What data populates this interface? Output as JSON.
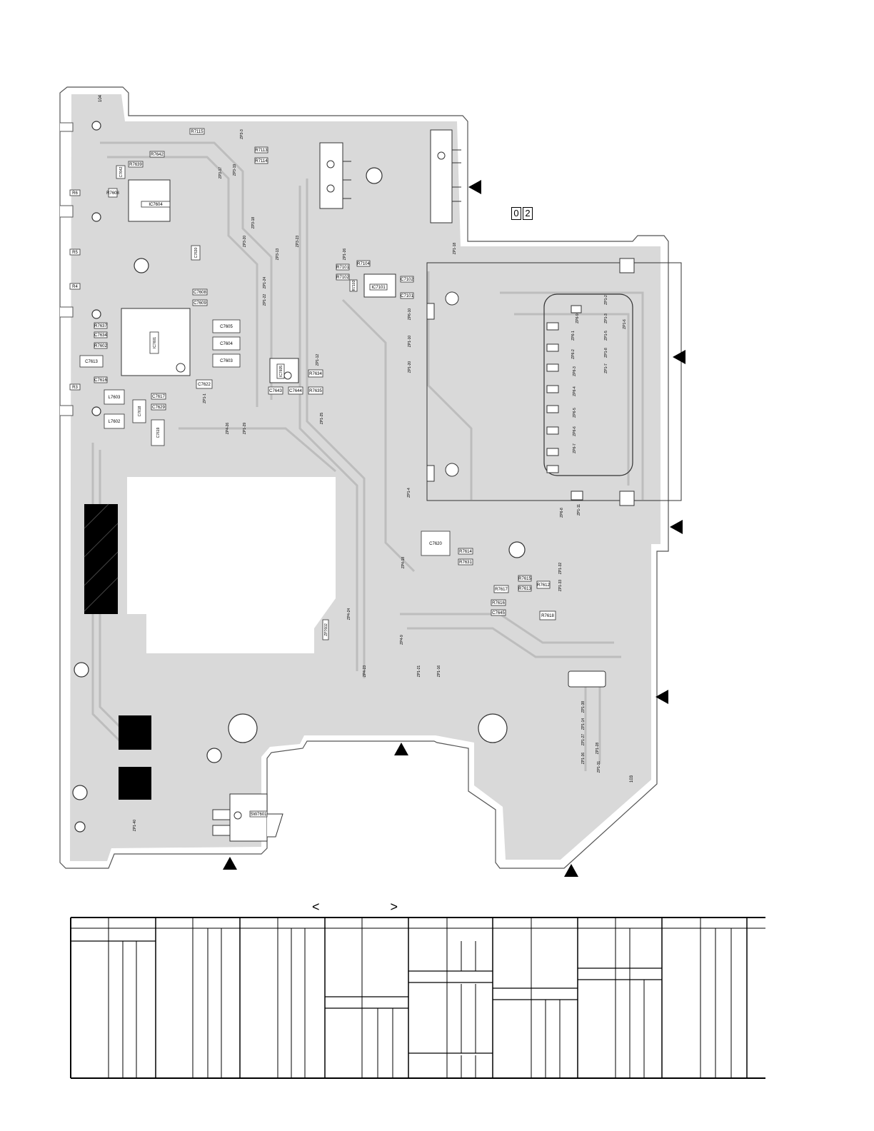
{
  "board_code_top": "104",
  "board_code_bottom": "103",
  "ref_digits": [
    "0",
    "2"
  ],
  "table_caption": {
    "open": "<",
    "close": ">"
  },
  "components": [
    {
      "name": "R7115",
      "ref": "R7115"
    },
    {
      "name": "R7642",
      "ref": "R7642"
    },
    {
      "name": "R7639",
      "ref": "R7639"
    },
    {
      "name": "C7642",
      "ref": "C7642"
    },
    {
      "name": "R7608",
      "ref": "R7608"
    },
    {
      "name": "IC7604",
      "ref": "IC7604"
    },
    {
      "name": "R6",
      "ref": "R6"
    },
    {
      "name": "R5",
      "ref": "R5"
    },
    {
      "name": "R4",
      "ref": "R4"
    },
    {
      "name": "R3",
      "ref": "R3"
    },
    {
      "name": "R7113",
      "ref": "R7113"
    },
    {
      "name": "R7114",
      "ref": "R7114"
    },
    {
      "name": "C7630",
      "ref": "C7630"
    },
    {
      "name": "C7608",
      "ref": "C7608"
    },
    {
      "name": "C7609",
      "ref": "C7609"
    },
    {
      "name": "IC7601",
      "ref": "IC7601"
    },
    {
      "name": "R7637",
      "ref": "R7637"
    },
    {
      "name": "C7634",
      "ref": "C7634"
    },
    {
      "name": "R7602",
      "ref": "R7602"
    },
    {
      "name": "C7613",
      "ref": "C7613"
    },
    {
      "name": "C7616",
      "ref": "C7616"
    },
    {
      "name": "C7605",
      "ref": "C7605"
    },
    {
      "name": "C7604",
      "ref": "C7604"
    },
    {
      "name": "C7603",
      "ref": "C7603"
    },
    {
      "name": "C7622",
      "ref": "C7622"
    },
    {
      "name": "L7603",
      "ref": "L7603"
    },
    {
      "name": "L7602",
      "ref": "L7602"
    },
    {
      "name": "C7617",
      "ref": "C7617"
    },
    {
      "name": "C7629",
      "ref": "C7629"
    },
    {
      "name": "C7618",
      "ref": "C7618"
    },
    {
      "name": "C7619",
      "ref": "C7619"
    },
    {
      "name": "IC7605",
      "ref": "IC7605"
    },
    {
      "name": "R7634",
      "ref": "R7634"
    },
    {
      "name": "C7643",
      "ref": "C7643"
    },
    {
      "name": "C7644",
      "ref": "C7644"
    },
    {
      "name": "R7635",
      "ref": "R7635"
    },
    {
      "name": "R7101",
      "ref": "R7101"
    },
    {
      "name": "R7102",
      "ref": "R7102"
    },
    {
      "name": "R7103",
      "ref": "R7103"
    },
    {
      "name": "R7104",
      "ref": "R7104"
    },
    {
      "name": "IC7101",
      "ref": "IC7101"
    },
    {
      "name": "C7102",
      "ref": "C7102"
    },
    {
      "name": "C7101",
      "ref": "C7101"
    },
    {
      "name": "C7620",
      "ref": "C7620"
    },
    {
      "name": "R7614",
      "ref": "R7614"
    },
    {
      "name": "R7631",
      "ref": "R7631"
    },
    {
      "name": "R7615",
      "ref": "R7615"
    },
    {
      "name": "R7617",
      "ref": "R7617"
    },
    {
      "name": "R7613",
      "ref": "R7613"
    },
    {
      "name": "R7612",
      "ref": "R7612"
    },
    {
      "name": "R7616",
      "ref": "R7616"
    },
    {
      "name": "C7645",
      "ref": "C7645"
    },
    {
      "name": "R7618",
      "ref": "R7618"
    },
    {
      "name": "SW7601",
      "ref": "SW7601"
    },
    {
      "name": "ZP7602",
      "ref": "ZP7602"
    }
  ],
  "testpoints": [
    "ZP3-3",
    "ZP3-17",
    "ZP3-19",
    "ZP3-20",
    "ZP3-18",
    "ZP3-13",
    "ZP3-23",
    "ZP1-26",
    "ZP1-24",
    "ZP1-22",
    "ZP1-18",
    "ZP6-10",
    "ZP1-10",
    "ZP1-20",
    "ZP1-12",
    "ZP1-25",
    "ZP4-26",
    "ZP1-29",
    "ZP1-4",
    "ZP6-9",
    "ZP6-1",
    "ZP6-2",
    "ZP6-3",
    "ZP6-4",
    "ZP6-5",
    "ZP6-6",
    "ZP6-7",
    "ZP6-8",
    "ZP1-2",
    "ZP1-3",
    "ZP1-5",
    "ZP1-6",
    "ZP1-8",
    "ZP1-7",
    "ZP1-11",
    "ZP4-18",
    "ZP1-32",
    "ZP1-33",
    "ZP4-24",
    "ZP4-9",
    "ZP4-23",
    "ZP1-21",
    "ZP1-16",
    "ZP1-38",
    "ZP1-14",
    "ZP1-27",
    "ZP1-28",
    "ZP1-36",
    "ZP1-31",
    "ZP1-40",
    "ZP1-1"
  ]
}
